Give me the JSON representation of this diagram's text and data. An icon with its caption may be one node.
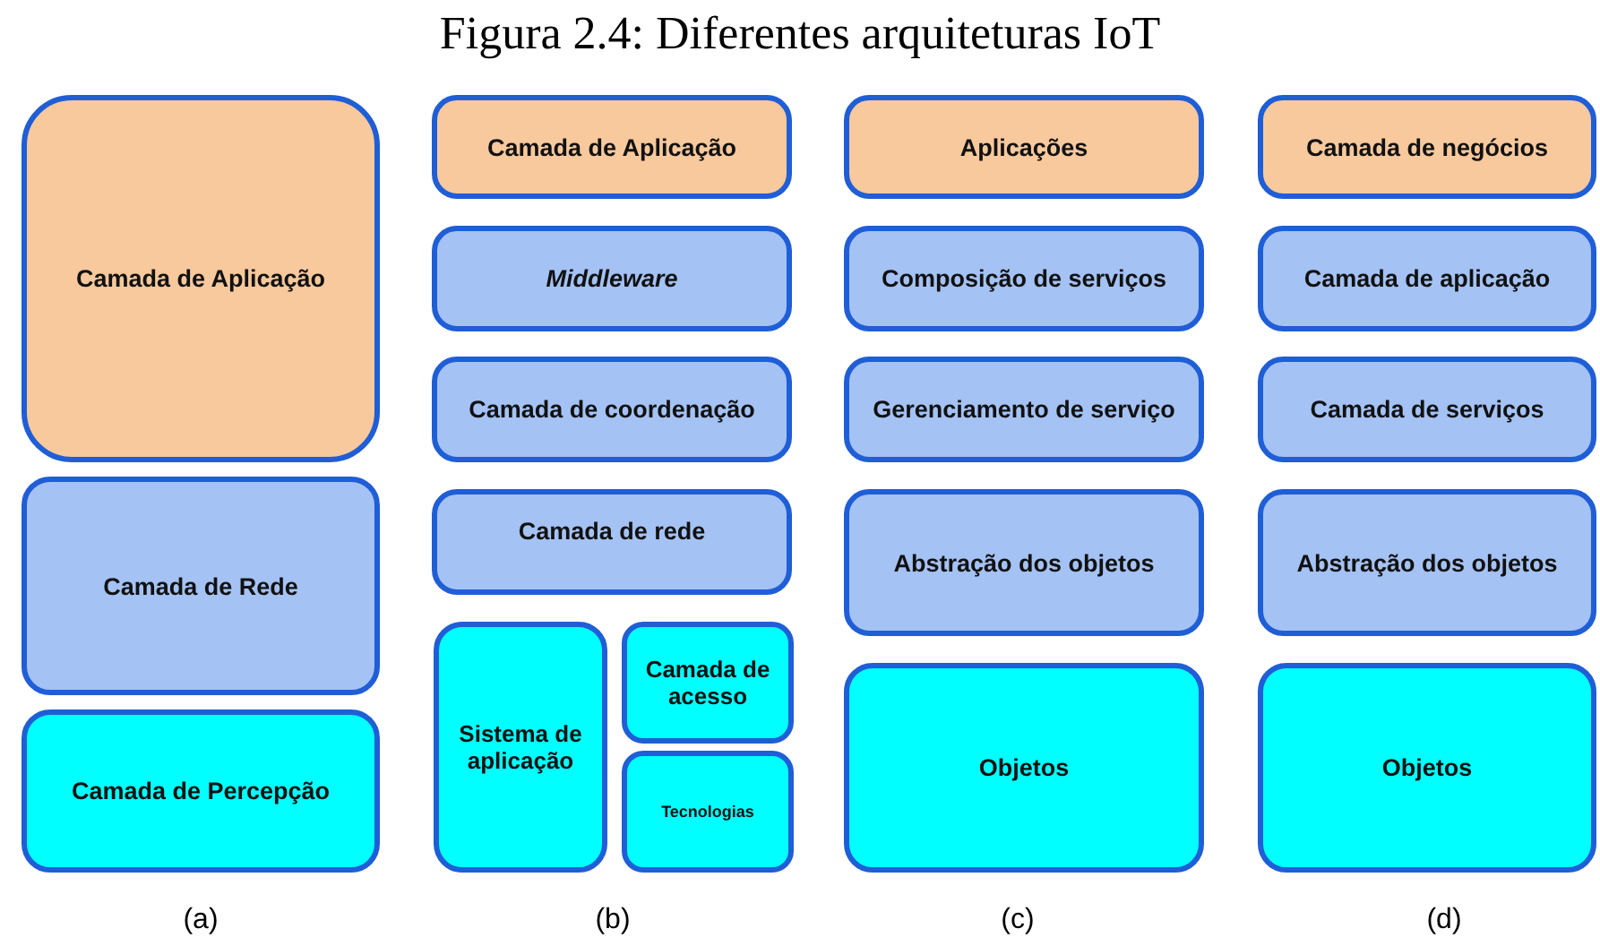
{
  "diagram": {
    "title": "Figura 2.4: Diferentes arquiteturas IoT",
    "nodes": [
      {
        "text": [
          "Camada de Aplicação"
        ]
      },
      {
        "text": [
          "Camada de Rede"
        ]
      },
      {
        "text": [
          "Camada de Percepção"
        ]
      },
      {
        "text": [
          "Camada de Aplicação"
        ]
      },
      {
        "text": [
          "Middleware"
        ]
      },
      {
        "text": [
          "Camada de coordenação"
        ]
      },
      {
        "text": [
          "Camada de rede"
        ]
      },
      {
        "text": [
          "Sistema de aplicação"
        ]
      },
      {
        "text": [
          "Camada de acesso"
        ]
      },
      {
        "text": [
          "Tecnologias"
        ]
      },
      {
        "text": [
          "Aplicações"
        ]
      },
      {
        "text": [
          "Composição de serviços"
        ]
      },
      {
        "text": [
          "Gerenciamento de serviço"
        ]
      },
      {
        "text": [
          "Abstração dos objetos"
        ]
      },
      {
        "text": [
          "Objetos"
        ]
      },
      {
        "text": [
          "Camada de negócios"
        ]
      },
      {
        "text": [
          "Camada de aplicação"
        ]
      },
      {
        "text": [
          "Camada de serviços"
        ]
      },
      {
        "text": [
          "Abstração dos objetos"
        ]
      },
      {
        "text": [
          "Objetos"
        ]
      }
    ],
    "labels": [
      "(a)",
      "(b)",
      "(c)",
      "(d)"
    ]
  }
}
